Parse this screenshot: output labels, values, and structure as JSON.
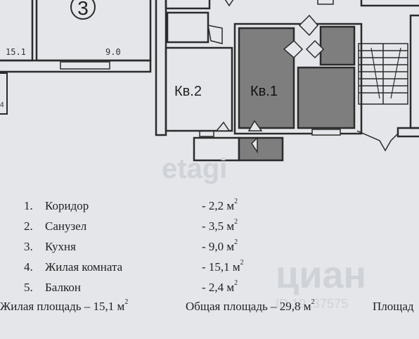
{
  "plan": {
    "stairwell_number": "3",
    "dimension_left": "15.1",
    "dimension_right": "9.0",
    "apartment_2_label": "Кв.2",
    "apartment_1_label": "Кв.1",
    "left_edge_mark": "4",
    "highlight_color": "#7e7e7e",
    "wall_color": "#2b2b2b"
  },
  "legend": {
    "rooms": [
      {
        "number": "1.",
        "name": "Коридор",
        "area": "- 2,2 м",
        "unit_power": "2"
      },
      {
        "number": "2.",
        "name": "Санузел",
        "area": "- 3,5 м",
        "unit_power": "2"
      },
      {
        "number": "3.",
        "name": "Кухня",
        "area": "- 9,0 м",
        "unit_power": "2"
      },
      {
        "number": "4.",
        "name": "Жилая комната",
        "area": "- 15,1 м",
        "unit_power": "2"
      },
      {
        "number": "5.",
        "name": "Балкон",
        "area": "- 2,4 м",
        "unit_power": "2"
      }
    ],
    "living_area": "Жилая площадь – 15,1 м",
    "total_area": "Общая площадь – 29,8 м",
    "truncated_area": "Площад",
    "unit_power": "2"
  },
  "watermarks": {
    "etagi": "etagi",
    "cian": "циан",
    "cian_id": "ID 19..37575"
  }
}
